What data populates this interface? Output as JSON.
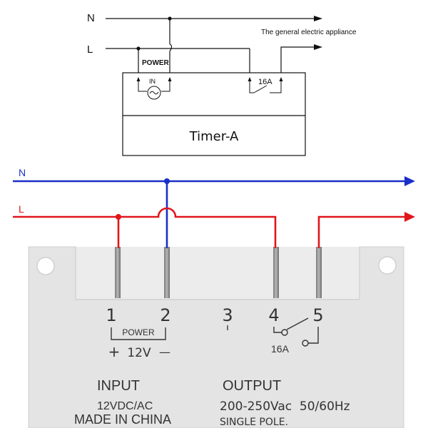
{
  "top_diagram": {
    "n_label": "N",
    "l_label": "L",
    "appliance_label": "The general electric appliance",
    "power_label": "POWER",
    "in_label": "IN",
    "relay_label": "16A",
    "device_name": "Timer-A"
  },
  "bottom_diagram": {
    "n_label": "N",
    "l_label": "L",
    "colors": {
      "neutral": "#1a2fc8",
      "live": "#e0161c"
    },
    "terminals": [
      {
        "number": "1"
      },
      {
        "number": "2"
      },
      {
        "number": "3"
      },
      {
        "number": "4"
      },
      {
        "number": "5"
      }
    ],
    "power_label": "POWER",
    "polarity_plus": "+",
    "voltage": "12V",
    "polarity_minus": "—",
    "relay_label": "16A",
    "input_title": "INPUT",
    "input_spec": "12VDC/AC",
    "made_in": "MADE IN CHINA",
    "output_title": "OUTPUT",
    "output_spec": "200-250Vac  50/60Hz",
    "output_pole": "SINGLE POLE."
  }
}
